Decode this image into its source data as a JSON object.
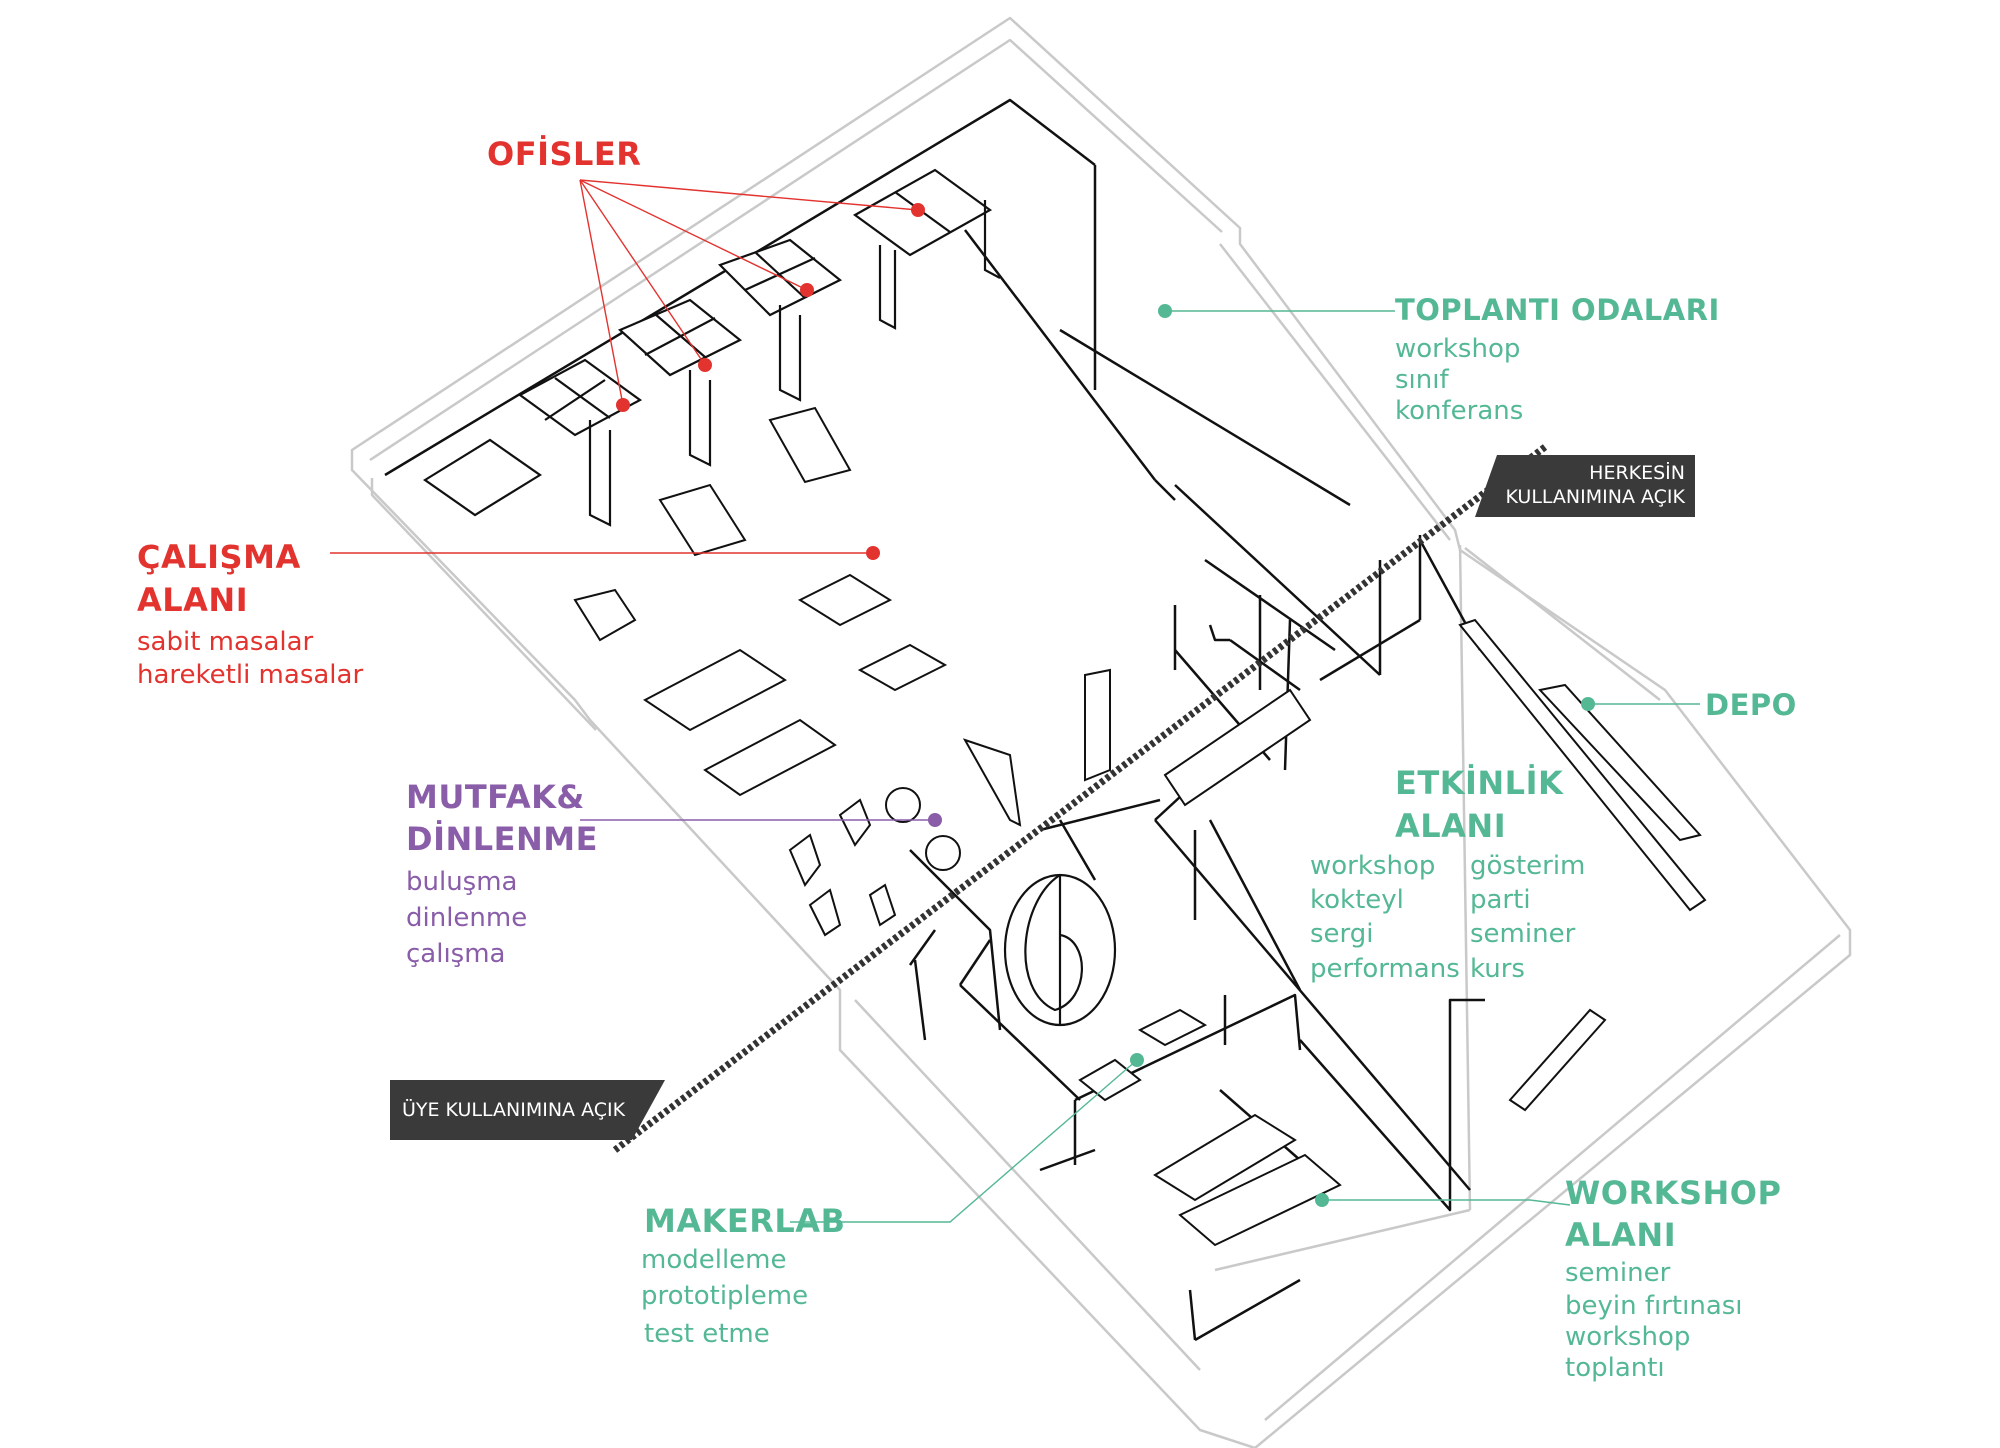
{
  "labels": {
    "ofisler": {
      "title": "OFİSLER"
    },
    "calisma": {
      "title_1": "ÇALIŞMA",
      "title_2": "ALANI",
      "items": [
        "sabit masalar",
        "hareketli masalar"
      ]
    },
    "mutfak": {
      "title_1": "MUTFAK&",
      "title_2": "DİNLENME",
      "items": [
        "buluşma",
        "dinlenme",
        "çalışma"
      ]
    },
    "toplanti": {
      "title": "TOPLANTI ODALARI",
      "items": [
        "workshop",
        "sınıf",
        "konferans"
      ]
    },
    "depo": {
      "title": "DEPO"
    },
    "etkinlik": {
      "title_1": "ETKİNLİK",
      "title_2": "ALANI",
      "items_left": [
        "workshop",
        "kokteyl",
        "sergi",
        "performans"
      ],
      "items_right": [
        "gösterim",
        "parti",
        "seminer",
        "kurs"
      ]
    },
    "makerlab": {
      "title": "MAKERLAB",
      "items": [
        "modelleme",
        "prototipleme",
        "test etme"
      ]
    },
    "workshop": {
      "title_1": "WORKSHOP",
      "title_2": "ALANI",
      "items": [
        "seminer",
        "beyin fırtınası",
        "workshop",
        "toplantı"
      ]
    }
  },
  "tags": {
    "public": {
      "line_1": "HERKESİN",
      "line_2": "KULLANIMINA AÇIK"
    },
    "members": {
      "line_1": "ÜYE KULLANIMINA AÇIK"
    }
  },
  "colors": {
    "red": "#e3332f",
    "green": "#55b894",
    "purple": "#8a5da9",
    "tag_bg": "#3a3a3a",
    "outline": "#c8c8c8",
    "ink": "#111111"
  }
}
